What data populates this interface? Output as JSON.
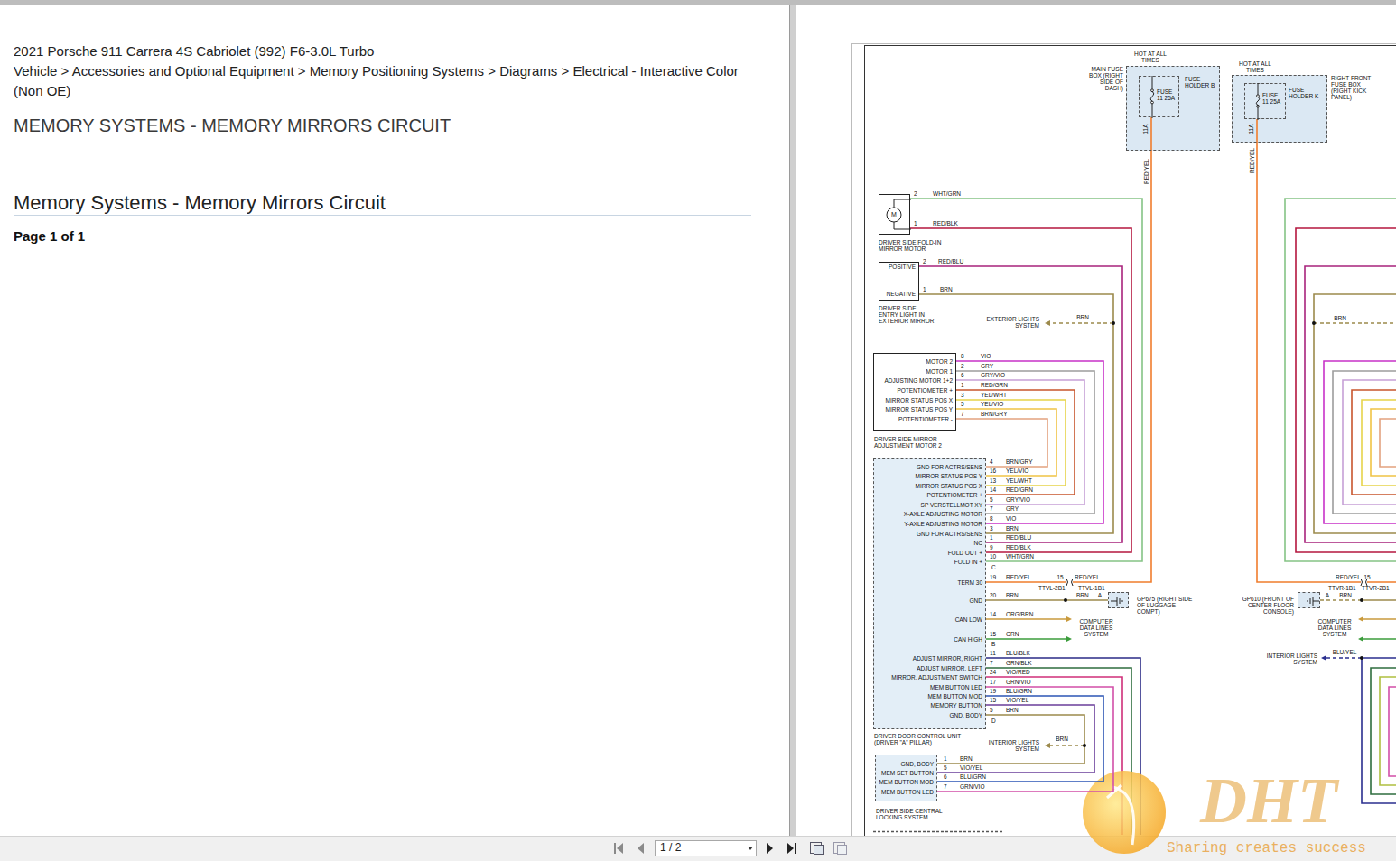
{
  "diagram": {
    "title": "Memory Systems - Memory Mirrors Circuit",
    "nodes": [
      {
        "text": [
          "MAIN FUSE BOX (RIGHT SIDE OF DASH)",
          "FUSE HOLDER B"
        ]
      },
      {
        "text": [
          "FUSE 11 25A"
        ],
        "in": 0
      },
      {
        "text": [
          "RIGHT FRONT FUSE BOX (RIGHT KICK PANEL)",
          "FUSE HOLDER K"
        ]
      },
      {
        "text": [
          "FUSE 11 25A"
        ],
        "in": 2
      },
      {
        "text": [
          "M",
          "DRIVER SIDE FOLD-IN MIRROR MOTOR"
        ]
      },
      {
        "text": [
          "POSITIVE",
          "NEGATIVE",
          "DRIVER SIDE ENTRY LIGHT IN EXTERIOR MIRROR"
        ]
      },
      {
        "text": [
          "MOTOR 2",
          "MOTOR 1",
          "ADJUSTING MOTOR 1+2",
          "POTENTIOMETER +",
          "MIRROR STATUS POS X",
          "MIRROR STATUS POS Y",
          "POTENTIOMETER -",
          "DRIVER SIDE MIRROR ADJUSTMENT MOTOR 2"
        ]
      },
      {
        "text": [
          "GND FOR ACTRS/SENS",
          "MIRROR STATUS POS Y",
          "MIRROR STATUS POS X",
          "POTENTIOMETER +",
          "SP VERSTELLMOT XY",
          "X-AXLE ADJUSTING MOTOR",
          "Y-AXLE ADJUSTING MOTOR",
          "GND FOR ACTRS/SENS",
          "NC",
          "FOLD OUT +",
          "FOLD IN +",
          "TERM 30",
          "GND",
          "CAN LOW",
          "CAN HIGH",
          "ADJUST MIRROR, RIGHT",
          "ADJUST MIRROR, LEFT",
          "MIRROR, ADJUSTMENT SWITCH",
          "MEM BUTTON LED",
          "MEM BUTTON MOD",
          "MEMORY BUTTON",
          "GND, BODY",
          "DRIVER DOOR CONTROL UNIT (DRIVER \"A\" PILLAR)"
        ]
      },
      {
        "text": [
          "GND, BODY",
          "MEM SET BUTTON",
          "MEM BUTTON MOD",
          "MEM BUTTON LED",
          "DRIVER SIDE CENTRAL LOCKING SYSTEM"
        ]
      },
      {
        "text": [
          "GP675 (RIGHT SIDE OF LUGGAGE COMPT)"
        ]
      },
      {
        "text": [
          "GP610 (FRONT OF CENTER FLOOR CONSOLE)"
        ]
      }
    ],
    "edges": [
      {
        "from": 1,
        "to": 7,
        "arrow": "none"
      },
      {
        "from": 4,
        "to": 7,
        "arrow": "none"
      },
      {
        "from": 4,
        "to": 7,
        "arrow": "none"
      },
      {
        "from": 5,
        "to": 7,
        "arrow": "none"
      },
      {
        "from": 5,
        "to": 7,
        "arrow": "none"
      },
      {
        "from": 6,
        "to": 7,
        "arrow": "none"
      },
      {
        "from": 6,
        "to": 7,
        "arrow": "none"
      },
      {
        "from": 6,
        "to": 7,
        "arrow": "none"
      },
      {
        "from": 6,
        "to": 7,
        "arrow": "none"
      },
      {
        "from": 6,
        "to": 7,
        "arrow": "none"
      },
      {
        "from": 6,
        "to": 7,
        "arrow": "none"
      },
      {
        "from": 6,
        "to": 7,
        "arrow": "none"
      },
      {
        "from": 7,
        "to": 9,
        "arrow": "none"
      },
      {
        "from": 7,
        "to": 8,
        "arrow": "none"
      },
      {
        "from": 7,
        "to": 8,
        "arrow": "none"
      },
      {
        "from": 7,
        "to": 8,
        "arrow": "none"
      },
      {
        "from": 7,
        "to": 8,
        "arrow": "none"
      }
    ],
    "labels": [
      "2021 Porsche 911 Carrera 4S Cabriolet (992) F6-3.0L Turbo",
      "Vehicle > Accessories and Optional Equipment > Memory Positioning Systems > Diagrams > Electrical - Interactive Color (Non OE)",
      "MEMORY SYSTEMS - MEMORY MIRRORS CIRCUIT",
      "Page 1 of 1",
      "HOT AT ALL TIMES",
      "11A",
      "RED/YEL",
      "HOT AT ALL TIMES",
      "11A",
      "RED/YEL",
      "2",
      "WHT/GRN",
      "1",
      "RED/BLK",
      "2",
      "RED/BLU",
      "1",
      "BRN",
      "EXTERIOR LIGHTS SYSTEM",
      "BRN",
      "8",
      "VIO",
      "2",
      "GRY",
      "6",
      "GRY/VIO",
      "1",
      "RED/GRN",
      "3",
      "YEL/WHT",
      "5",
      "YEL/VIO",
      "7",
      "BRN/GRY",
      "4",
      "BRN/GRY",
      "16",
      "YEL/VIO",
      "13",
      "YEL/WHT",
      "14",
      "RED/GRN",
      "5",
      "GRY/VIO",
      "7",
      "GRY",
      "8",
      "VIO",
      "3",
      "BRN",
      "1",
      "RED/BLU",
      "9",
      "RED/BLK",
      "10",
      "WHT/GRN",
      "19",
      "RED/YEL",
      "20",
      "BRN",
      "14",
      "ORG/BRN",
      "15",
      "GRN",
      "11",
      "BLU/BLK",
      "7",
      "GRN/BLK",
      "24",
      "VIO/RED",
      "17",
      "GRN/VIO",
      "19",
      "BLU/GRN",
      "15",
      "VIO/YEL",
      "5",
      "BRN",
      "C",
      "B",
      "D",
      "15",
      "RED/YEL",
      "TTVL-2B1",
      "TTVL-1B1",
      "BRN",
      "A",
      "COMPUTER DATA LINES SYSTEM",
      "BRN",
      "INTERIOR LIGHTS SYSTEM",
      "1",
      "BRN",
      "5",
      "VIO/YEL",
      "6",
      "BLU/GRN",
      "7",
      "GRN/VIO",
      "BRN",
      "RED/YEL",
      "15",
      "TTVR-1B1",
      "TTVR-2B1",
      "A",
      "BRN",
      "COMPUTER DATA LINES SYSTEM",
      "INTERIOR LIGHTS SYSTEM",
      "BLU/YEL",
      "DHT",
      "Sharing creates success",
      "1 / 2"
    ]
  }
}
